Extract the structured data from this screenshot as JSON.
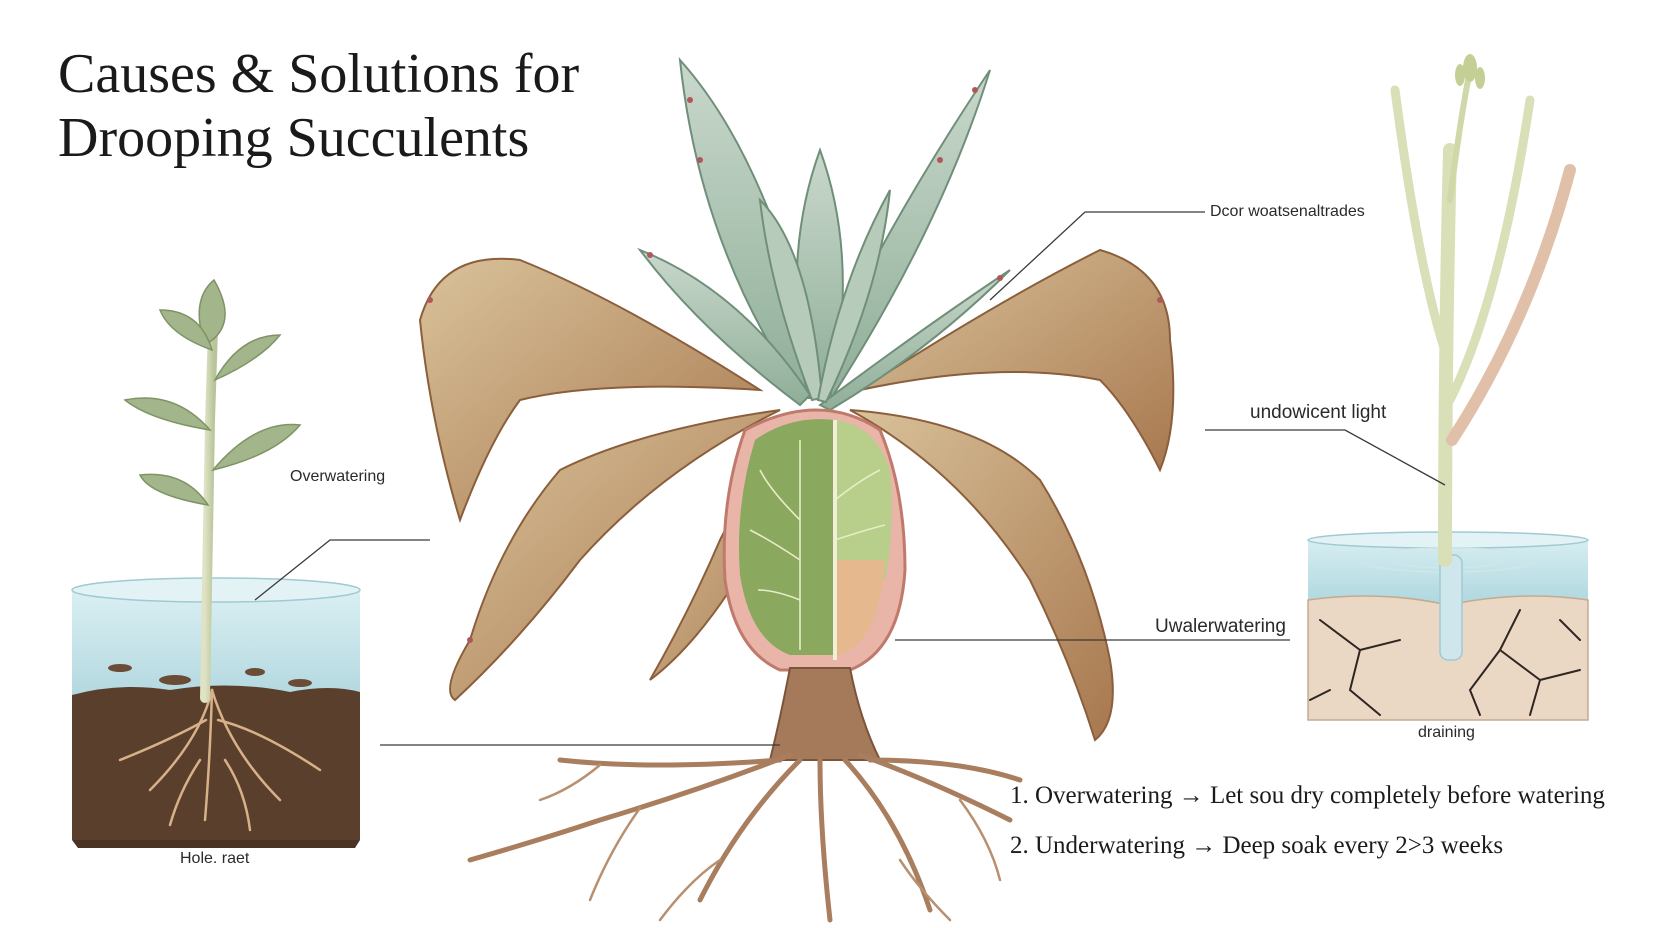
{
  "title": {
    "line1": "Causes & Solutions for",
    "line2": "Drooping Succulents"
  },
  "labels": {
    "top_right": "Dcor woatsenaltrades",
    "insufficient_light": "undowicent light",
    "overwatering": "Overwatering",
    "underwatering": "Uwalerwatering",
    "draining": "draining",
    "root_rot": "Hole. raet"
  },
  "solutions": [
    {
      "number": "1.",
      "text": "Overwatering → Let sou dry completely before watering"
    },
    {
      "number": "2.",
      "text": "Underwatering → Deep soak every 2>3 weeks"
    }
  ],
  "colors": {
    "leaf_healthy": "#a9c0b0",
    "leaf_dry": "#c9a577",
    "soil": "#5a3f2d",
    "water": "#bfe0e6",
    "root": "#a97e5e",
    "dry_soil": "#ead8c4"
  }
}
